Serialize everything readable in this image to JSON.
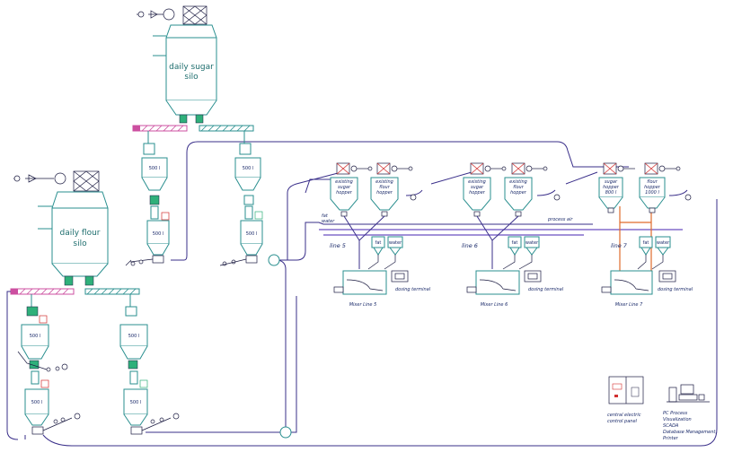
{
  "silos": {
    "sugar_line1": "daily sugar",
    "sugar_line2": "silo",
    "flour_line1": "daily flour",
    "flour_line2": "silo"
  },
  "scales": {
    "label": "500 l"
  },
  "lines": {
    "line5": "line 5",
    "line6": "line 6",
    "line7": "line 7"
  },
  "hoppers": {
    "existing_sugar": [
      "existing",
      "sugar",
      "hopper"
    ],
    "existing_flour": [
      "existing",
      "flour",
      "hopper"
    ],
    "sugar_hopper_l7": [
      "sugar",
      "hopper",
      "800 l"
    ],
    "flour_hopper_l7": [
      "flour",
      "hopper",
      "1000 l"
    ]
  },
  "small_tanks": {
    "fat": "fat",
    "water": "water"
  },
  "pipe_labels": {
    "fat_water": [
      "fat",
      "water"
    ],
    "process_air": "process air"
  },
  "mixers": {
    "mixer5": "Mixer Line 5",
    "mixer6": "Mixer Line 6",
    "mixer7": "Mixer Line 7",
    "dosing": "dosing terminal"
  },
  "legend": {
    "panel": [
      "central electric",
      "control panel"
    ],
    "pc": [
      "PC Process",
      "Visualization",
      "SCADA",
      "Database Management,",
      "Printer"
    ]
  },
  "colors": {
    "equipment": "#2a8f8f",
    "conveying_pipe": "#3a2f8a",
    "process_air": "#6a4fc0",
    "line7_feed": "#e06a2a",
    "screw_conveyor": "#cc4fa0",
    "valve_green": "#2fb07a",
    "filter_red": "#d23030"
  }
}
